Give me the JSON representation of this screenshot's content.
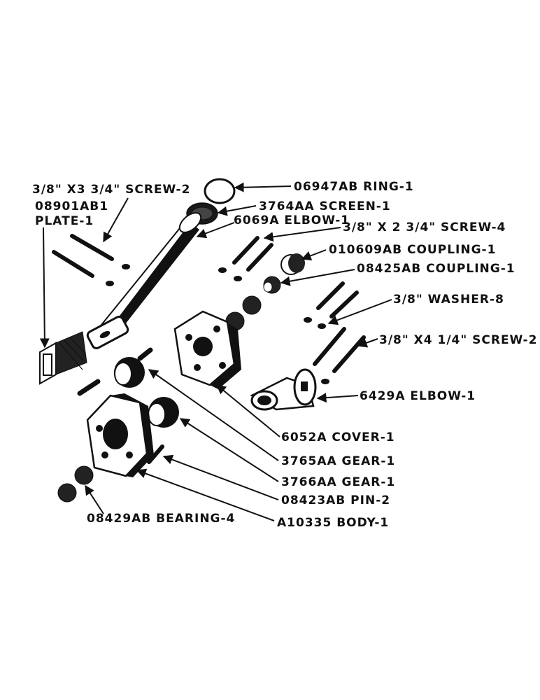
{
  "labels": {
    "screw_38_334": "3/8\" X3 3/4\" SCREW-2",
    "plate_number": "08901AB1",
    "plate_name": "PLATE-1",
    "ring": "06947AB RING-1",
    "screen": "3764AA SCREEN-1",
    "elbow_6069": "6069A ELBOW-1",
    "screw_38_234": "3/8\" X 2 3/4\" SCREW-4",
    "coupling_010609": "010609AB COUPLING-1",
    "coupling_08425": "08425AB COUPLING-1",
    "washer": "3/8\" WASHER-8",
    "screw_38_414": "3/8\" X4 1/4\" SCREW-2",
    "elbow_6429": "6429A ELBOW-1",
    "cover": "6052A COVER-1",
    "gear_3765": "3765AA GEAR-1",
    "gear_3766": "3766AA GEAR-1",
    "pin": "08423AB PIN-2",
    "bearing": "08429AB BEARING-4",
    "body": "A10335 BODY-1"
  }
}
